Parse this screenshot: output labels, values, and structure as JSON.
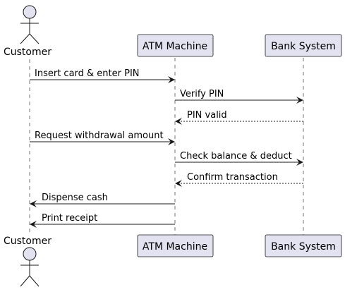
{
  "participants": [
    {
      "id": "customer",
      "label": "Customer",
      "kind": "actor"
    },
    {
      "id": "atm",
      "label": "ATM Machine",
      "kind": "box"
    },
    {
      "id": "bank",
      "label": "Bank System",
      "kind": "box"
    }
  ],
  "messages": [
    {
      "from": "customer",
      "to": "atm",
      "label": "Insert card & enter PIN",
      "style": "solid"
    },
    {
      "from": "atm",
      "to": "bank",
      "label": "Verify PIN",
      "style": "solid"
    },
    {
      "from": "bank",
      "to": "atm",
      "label": "PIN valid",
      "style": "dashed"
    },
    {
      "from": "customer",
      "to": "atm",
      "label": "Request withdrawal amount",
      "style": "solid"
    },
    {
      "from": "atm",
      "to": "bank",
      "label": "Check balance & deduct",
      "style": "solid"
    },
    {
      "from": "bank",
      "to": "atm",
      "label": "Confirm transaction",
      "style": "dashed"
    },
    {
      "from": "atm",
      "to": "customer",
      "label": "Dispense cash",
      "style": "solid"
    },
    {
      "from": "atm",
      "to": "customer",
      "label": "Print receipt",
      "style": "solid"
    }
  ],
  "colors": {
    "participant_fill": "#E2E2F0",
    "participant_border": "#181818",
    "lifeline": "#181818",
    "arrow": "#181818"
  }
}
